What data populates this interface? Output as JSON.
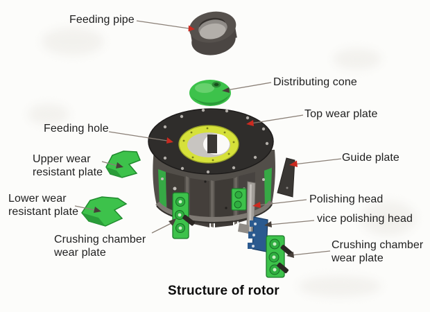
{
  "title": "Structure of rotor",
  "labels": {
    "feeding_pipe": "Feeding pipe",
    "distributing_cone": "Distributing cone",
    "top_wear_plate": "Top wear plate",
    "feeding_hole": "Feeding hole",
    "upper_wear_resistant_plate": "Upper wear resistant plate",
    "lower_wear_resistant_plate": "Lower wear resistant plate",
    "crushing_chamber_wear_plate_left": "Crushing chamber wear plate",
    "guide_plate": "Guide plate",
    "polishing_head": "Polishing head",
    "vice_polishing_head": "vice polishing head",
    "crushing_chamber_wear_plate_right": "Crushing chamber wear plate"
  },
  "palette": {
    "green": "#3dc24b",
    "green_dark": "#2a9c39",
    "green_boss": "#2fae40",
    "yellow": "#d6e13a",
    "dark_metal": "#2f2d2b",
    "body_gray": "#524e49",
    "pipe_gray": "#4b4643",
    "steel_gray": "#a29e99",
    "flange_gray": "#7e7973",
    "blue": "#2b5a8f",
    "guide_gray": "#3a3734",
    "leader_line": "#8a7f76",
    "arrow_red": "#cb2a20",
    "arrow_dark": "#473f39"
  }
}
